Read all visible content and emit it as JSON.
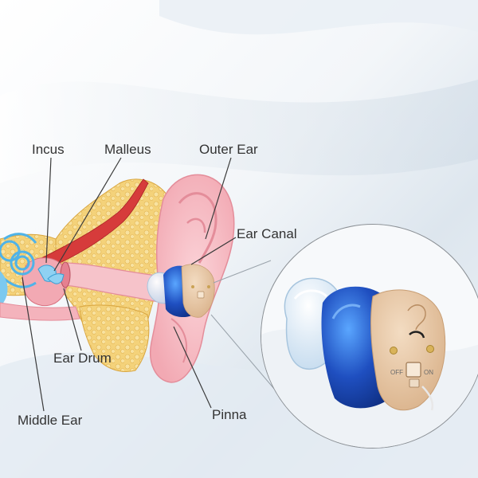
{
  "labels": {
    "incus": "Incus",
    "malleus": "Malleus",
    "outer_ear": "Outer Ear",
    "ear_canal": "Ear Canal",
    "ear_drum": "Ear Drum",
    "middle_ear": "Middle Ear",
    "pinna": "Pinna"
  },
  "device": {
    "off_label": "OFF",
    "on_label": "ON"
  },
  "colors": {
    "label_text": "#333333",
    "leader_line": "#3a3a3a",
    "ear_skin": "#f5b8c0",
    "bone": "#f2c76a",
    "device_blue": "#1f4fc0",
    "device_beige": "#e8c7a3"
  }
}
